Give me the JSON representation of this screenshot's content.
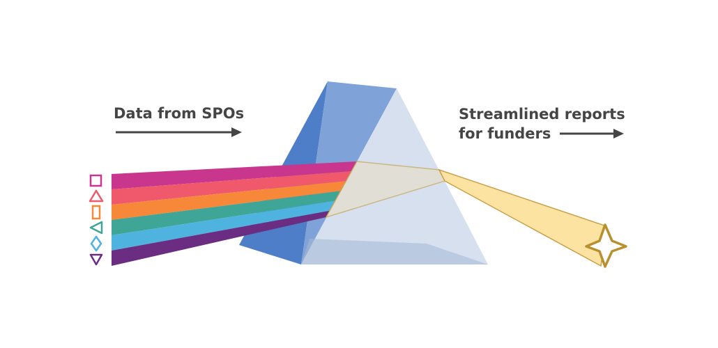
{
  "labels": {
    "input": "Data from SPOs",
    "output_line1": "Streamlined reports",
    "output_line2": "for funders"
  },
  "colors": {
    "band_magenta": "#C8368E",
    "band_coral": "#F0596B",
    "band_orange": "#F7883A",
    "band_teal": "#3FA596",
    "band_sky": "#4FB3E0",
    "band_purple": "#6A2D82",
    "prism_dark": "#4F7EC9",
    "prism_mid": "#7FA2D8",
    "prism_light": "#D5DFEF",
    "beam_inner": "#E8DFC8",
    "beam_out": "#FCE3A2",
    "beam_edge": "#C8A04A",
    "star": "#B8902E",
    "arrow": "#454545",
    "text": "#454545"
  },
  "shape_icons": [
    "square-icon",
    "triangle-up-icon",
    "rectangle-icon",
    "triangle-left-icon",
    "diamond-icon",
    "triangle-down-icon"
  ]
}
